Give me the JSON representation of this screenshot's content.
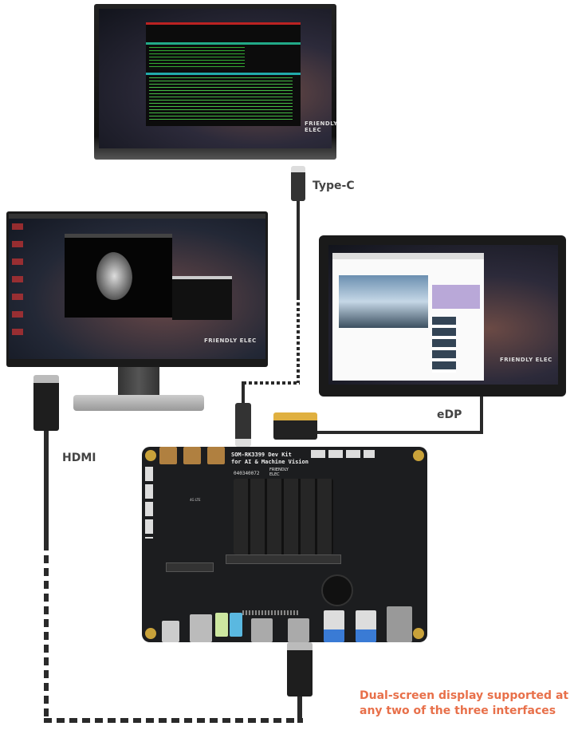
{
  "labels": {
    "typec": "Type-C",
    "hdmi": "HDMI",
    "edp": "eDP"
  },
  "note": {
    "line1": "Dual-screen display supported at",
    "line2": "any two of the three interfaces"
  },
  "monitor_brand": "FRIENDLY ELEC",
  "board": {
    "title1": "SOM-RK3399 Dev Kit",
    "title2": "for AI & Machine Vision",
    "serial": "040340072",
    "logo": "FRIENDLY ELEC",
    "lte": "4G LTE"
  },
  "colors": {
    "note": "#e8704a",
    "label": "#444444",
    "cable": "#2a2a2a"
  }
}
